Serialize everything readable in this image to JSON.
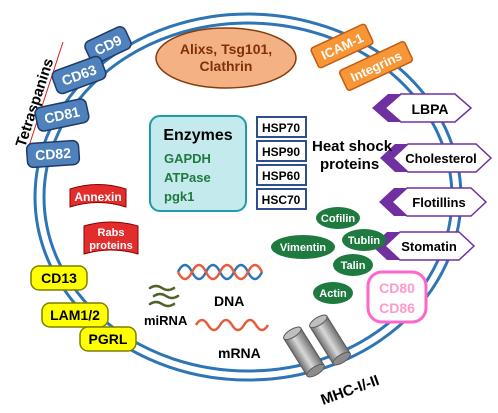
{
  "colors": {
    "membrane": "#2e75b6",
    "tetraspanin_fill": "#4f81bd",
    "yellow": "#ffff00",
    "red_banner": "#e32d2d",
    "alix_fill": "#f4b183",
    "enzyme_fill": "#c5eaed",
    "hsp_stroke": "#2e4f8b",
    "orange": "#f79636",
    "purple": "#7030a0",
    "green": "#1e7a3e",
    "pink": "#ff99cc",
    "gray": "#8c8c8c"
  },
  "labels": {
    "tetraspanins": "Tetraspanins",
    "cd9": "CD9",
    "cd63": "CD63",
    "cd81": "CD81",
    "cd82": "CD82",
    "alix_line1": "Alixs, Tsg101,",
    "alix_line2": "Clathrin",
    "icam": "ICAM-1",
    "integrins": "Integrins",
    "lbpa": "LBPA",
    "cholesterol": "Cholesterol",
    "flotillins": "Flotillins",
    "stomatin": "Stomatin",
    "enzymes_title": "Enzymes",
    "gapdh": "GAPDH",
    "atpase": "ATPase",
    "pgk1": "pgk1",
    "hsp70": "HSP70",
    "hsp90": "HSP90",
    "hsp60": "HSP60",
    "hsc70": "HSC70",
    "heat_line1": "Heat shock",
    "heat_line2": "proteins",
    "annexin": "Annexin",
    "rabs_line1": "Rabs",
    "rabs_line2": "proteins",
    "cofilin": "Cofilin",
    "vimentin": "Vimentin",
    "tublin": "Tublin",
    "talin": "Talin",
    "actin": "Actin",
    "cd80": "CD80",
    "cd86": "CD86",
    "cd13": "CD13",
    "lam": "LAM1/2",
    "pgrl": "PGRL",
    "mirna": "miRNA",
    "dna": "DNA",
    "mrna": "mRNA",
    "mhc": "MHC-I/-II"
  }
}
